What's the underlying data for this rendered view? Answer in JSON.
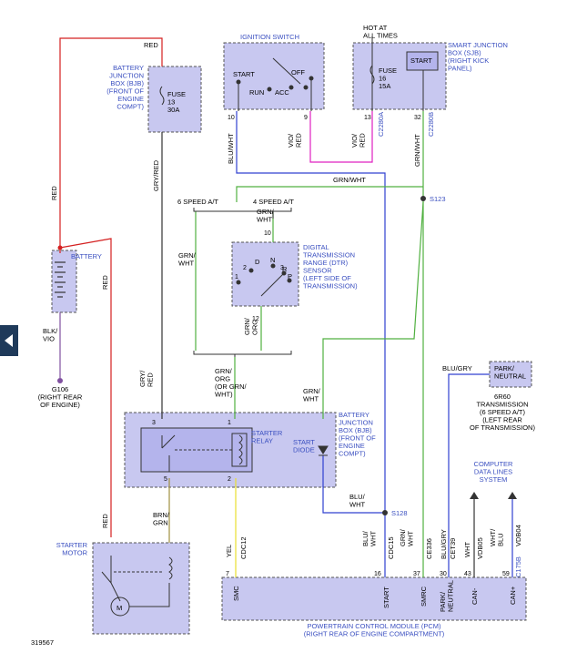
{
  "nav": {
    "back_icon": "chevron-left-icon"
  },
  "figure_number": "319567",
  "wires": {
    "red": "RED",
    "gry_red": "GRY/RED",
    "gry_red_split": "GRY/\nRED",
    "blu_wht": "BLU/WHT",
    "vio_red": "VIO/\nRED",
    "grn_wht": "GRN/WHT",
    "grn_wht_split": "GRN/\nWHT",
    "grn_org": "GRN/\nORG",
    "grn_org_or_grn_wht": "GRN/\nORG\n(OR GRN/\nWHT)",
    "blk_vio": "BLK/\nVIO",
    "brn_grn": "BRN/\nGRN",
    "yel": "YEL",
    "blu_gry": "BLU/GRY",
    "blu_wht_split": "BLU/\nWHT",
    "wht": "WHT",
    "wht_blu": "WHT/\nBLU"
  },
  "circuits": {
    "c2280a": "C2280A",
    "c2280b": "C2280B",
    "cdc12": "CDC12",
    "cdc15": "CDC15",
    "ce336": "CE336",
    "cet39": "CET39",
    "vdb05": "VDB05",
    "vdb04": "VDB04",
    "c175b": "C175B"
  },
  "components": {
    "battery_junction_box_top": "BATTERY\nJUNCTION\nBOX (BJB)\n(FRONT OF\nENGINE\nCOMPT)",
    "fuse13": "FUSE\n13\n30A",
    "ignition_switch": "IGNITION SWITCH",
    "ign_start": "START",
    "ign_off": "OFF",
    "ign_run": "RUN",
    "ign_acc": "ACC",
    "hot_at_all_times": "HOT AT\nALL TIMES",
    "fuse16": "FUSE\n16\n15A",
    "sjb_start": "START",
    "smart_junction_box": "SMART JUNCTION\nBOX (SJB)\n(RIGHT KICK\nPANEL)",
    "s123": "S123",
    "s128": "S128",
    "six_speed": "6 SPEED A/T",
    "four_speed": "4 SPEED A/T",
    "battery": "BATTERY",
    "dtr_sensor": "DIGITAL\nTRANSMISSION\nRANGE (DTR)\nSENSOR\n(LEFT SIDE OF\nTRANSMISSION)",
    "dtr_d": "D",
    "dtr_n": "N",
    "dtr_r": "R",
    "dtr_p": "P",
    "g106": "G106\n(RIGHT REAR\nOF ENGINE)",
    "park_neutral_box": "PARK/\nNEUTRAL",
    "transmission_6r60": "6R60\nTRANSMISSION\n(6 SPEED A/T)\n(LEFT REAR\nOF TRANSMISSION)",
    "starter_relay": "STARTER\nRELAY",
    "start_diode": "START\nDIODE",
    "battery_junction_box_mid": "BATTERY\nJUNCTION\nBOX (BJB)\n(FRONT OF\nENGINE\nCOMPT)",
    "computer_data_lines": "COMPUTER\nDATA LINES\nSYSTEM",
    "starter_motor": "STARTER\nMOTOR",
    "motor_m": "M",
    "pcm": "POWERTRAIN CONTROL MODULE (PCM)\n(RIGHT REAR OF ENGINE COMPARTMENT)",
    "pcm_smc": "SMC",
    "pcm_start": "START",
    "pcm_smrc": "SMRC",
    "pcm_park_neutral": "PARK/\nNEUTRAL",
    "pcm_can_minus": "CAN-",
    "pcm_can_plus": "CAN+"
  },
  "pins": {
    "ign10": "10",
    "ign9": "9",
    "sjb13": "13",
    "sjb32": "32",
    "dtr10": "10",
    "dtr12": "12",
    "dtr2": "2",
    "dtr1": "1",
    "dtr3": "3",
    "relay3": "3",
    "relay1": "1",
    "relay5": "5",
    "relay2": "2",
    "pcm7": "7",
    "pcm16": "16",
    "pcm37": "37",
    "pcm30": "30",
    "pcm43": "43",
    "pcm59": "59"
  },
  "colors": {
    "red": "#d42020",
    "blue": "#3040d0",
    "magenta": "#e020c0",
    "green": "#50b040",
    "yellow": "#e8e030",
    "purple": "#8050a0",
    "olive": "#a09040",
    "dark": "#333333",
    "box_fill": "#c8c8f0",
    "label_blue": "#3a4fc0"
  }
}
